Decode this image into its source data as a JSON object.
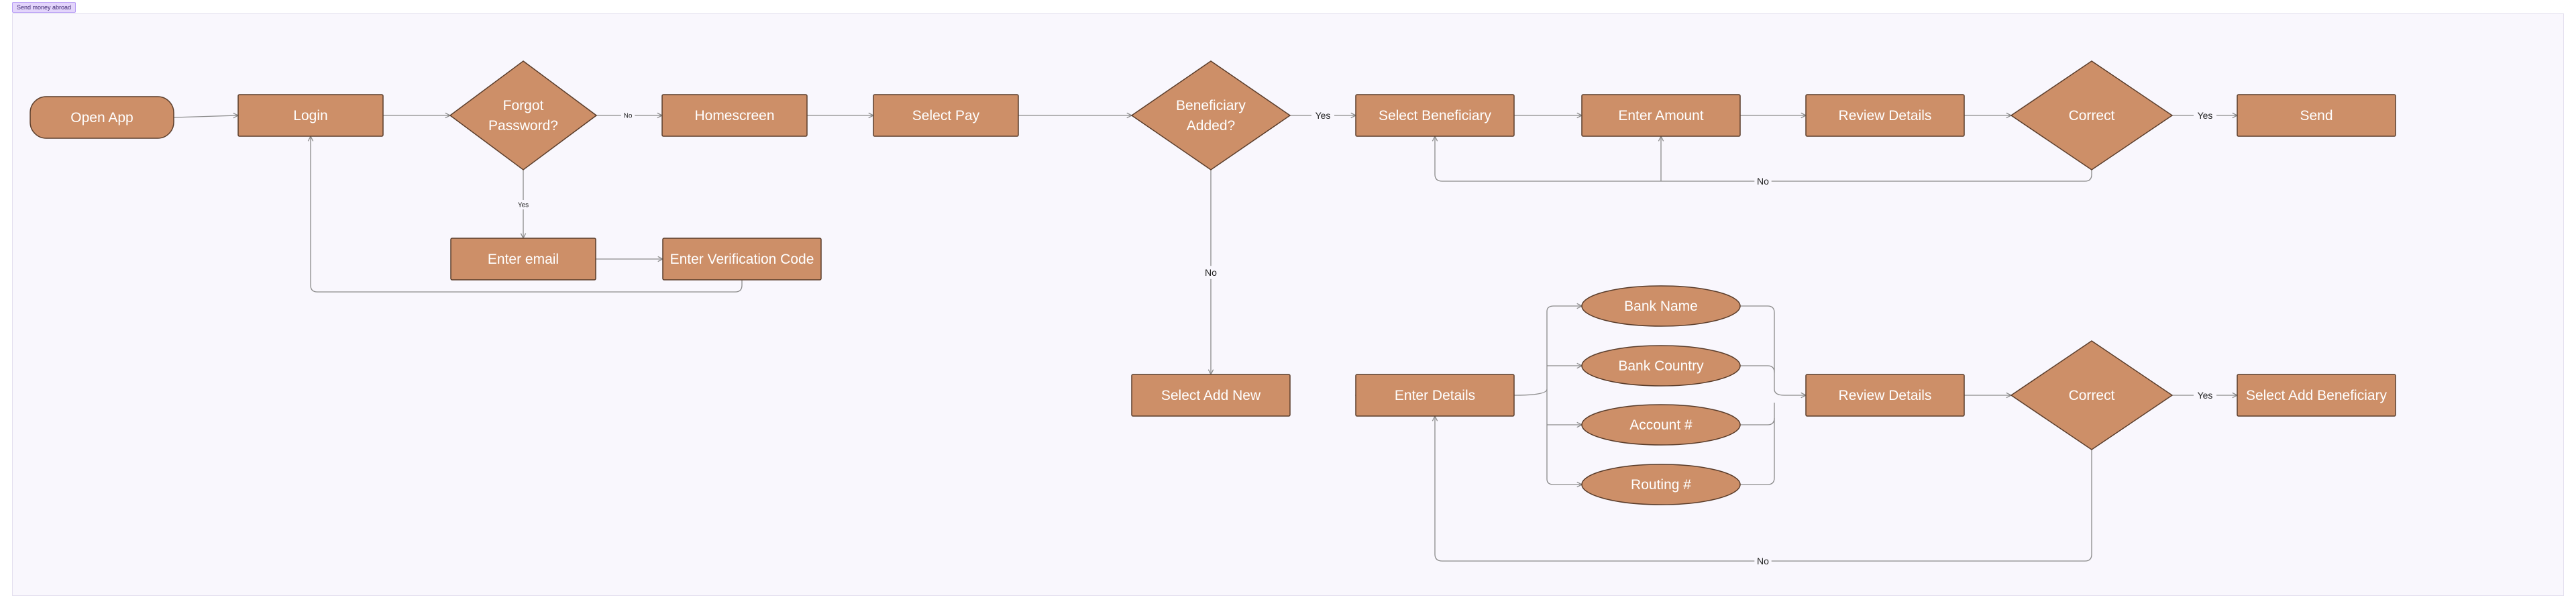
{
  "frame_title": "Send money abroad",
  "colors": {
    "node_fill": "#cd8f68",
    "node_stroke": "#5a3d2b",
    "edge": "#8a8a8a",
    "frame_bg": "#f9f7fd"
  },
  "nodes": {
    "open_app": [
      "Open  App"
    ],
    "login": [
      "Login"
    ],
    "forgot_password": [
      "Forgot",
      "Password?"
    ],
    "homescreen": [
      "Homescreen"
    ],
    "select_pay": [
      "Select Pay"
    ],
    "beneficiary_added": [
      "Beneficiary",
      "Added?"
    ],
    "select_beneficiary": [
      "Select Beneficiary"
    ],
    "enter_amount": [
      "Enter Amount"
    ],
    "review_details_top": [
      "Review Details"
    ],
    "correct_top": [
      "Correct"
    ],
    "send": [
      "Send"
    ],
    "enter_email": [
      "Enter email"
    ],
    "enter_verification_code": [
      "Enter Verification Code"
    ],
    "select_add_new": [
      "Select Add New"
    ],
    "enter_details": [
      "Enter Details"
    ],
    "bank_name": [
      "Bank Name"
    ],
    "bank_country": [
      "Bank Country"
    ],
    "account_number": [
      "Account #"
    ],
    "routing_number": [
      "Routing #"
    ],
    "review_details_bottom": [
      "Review Details"
    ],
    "correct_bottom": [
      "Correct"
    ],
    "select_add_beneficiary": [
      "Select Add Beneficiary"
    ]
  },
  "edge_labels": {
    "forgot_no": "No",
    "forgot_yes": "Yes",
    "beneficiary_yes": "Yes",
    "beneficiary_no": "No",
    "correct_top_yes": "Yes",
    "correct_top_no": "No",
    "correct_bottom_yes": "Yes",
    "correct_bottom_no": "No"
  }
}
